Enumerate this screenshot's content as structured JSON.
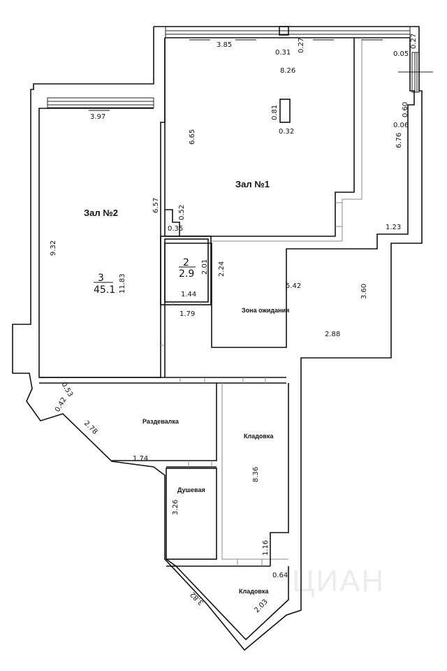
{
  "plan": {
    "watermark": "ЦИАН",
    "rooms": [
      {
        "id": "hall1",
        "name": "Зал №1"
      },
      {
        "id": "hall2",
        "name": "Зал №2",
        "index": "3",
        "area": "45.1"
      },
      {
        "id": "small",
        "index": "2",
        "area": "2.9"
      },
      {
        "id": "waiting",
        "name": "Зона ожидания"
      },
      {
        "id": "changing",
        "name": "Раздевалка"
      },
      {
        "id": "storage1",
        "name": "Кладовка"
      },
      {
        "id": "shower",
        "name": "Душевая"
      },
      {
        "id": "storage2",
        "name": "Кладовка"
      }
    ],
    "dimensions": {
      "d385": "3.85",
      "d031": "0.31",
      "d027": "0.27",
      "d826": "8.26",
      "d027b": "0.27",
      "d005": "0.05",
      "d081": "0.81",
      "d032": "0.32",
      "d060": "0.60",
      "d006": "0.06",
      "d665": "6.65",
      "d676": "6.76",
      "d397": "3.97",
      "d657": "6.57",
      "d052": "0.52",
      "d035": "0.35",
      "d123": "1.23",
      "d932": "9.32",
      "d1183": "11.83",
      "d201": "2.01",
      "d144": "1.44",
      "d224": "2.24",
      "d542": "5.42",
      "d360": "3.60",
      "d179": "1.79",
      "d288": "2.88",
      "d053": "0.53",
      "d042": "0.42",
      "d278": "2.78",
      "d174": "1.74",
      "d836": "8.36",
      "d326": "3.26",
      "d116": "1.16",
      "d064": "0.64",
      "d382": "3.82",
      "d203": "2.03"
    }
  }
}
